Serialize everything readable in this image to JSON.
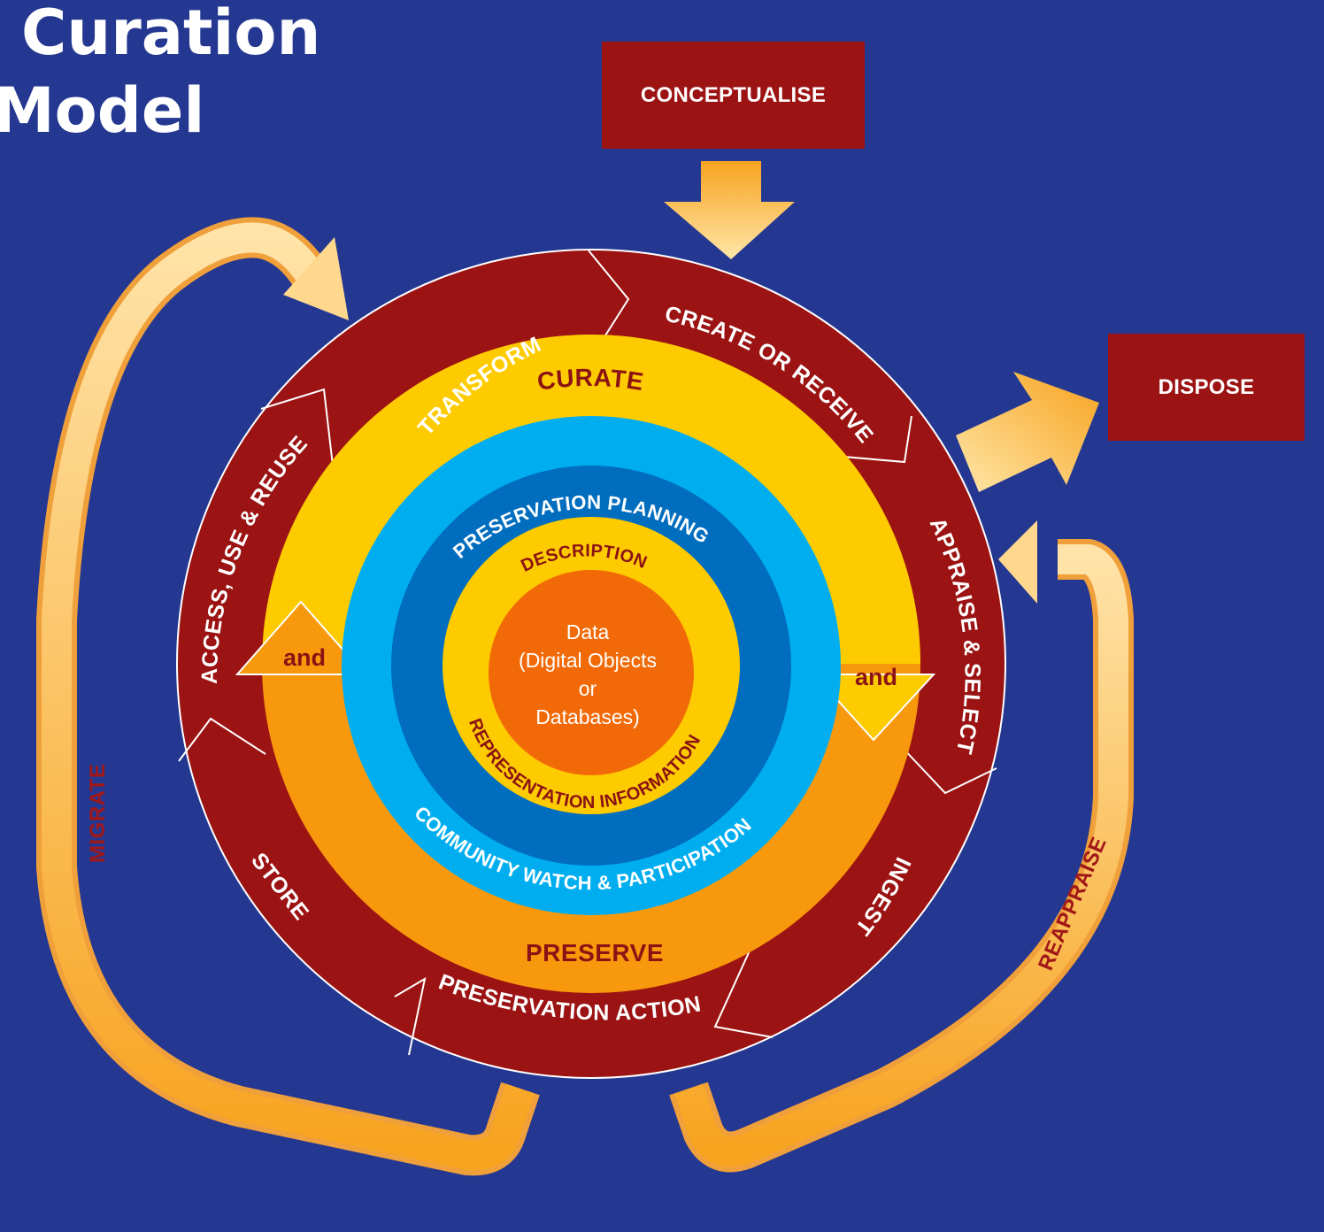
{
  "title": {
    "line1": "Curation",
    "line2": "Model"
  },
  "outer_boxes": {
    "conceptualise": "CONCEPTUALISE",
    "dispose": "DISPOSE"
  },
  "lifecycle_actions": {
    "transform": "TRANSFORM",
    "create_or_receive": "CREATE OR RECEIVE",
    "appraise_select": "APPRAISE & SELECT",
    "ingest": "INGEST",
    "preservation_action": "PRESERVATION ACTION",
    "store": "STORE",
    "access_use_reuse": "ACCESS, USE & REUSE"
  },
  "inner_rings": {
    "curate": "CURATE",
    "preserve": "PRESERVE",
    "and_left": "and",
    "and_right": "and",
    "preservation_planning": "PRESERVATION PLANNING",
    "community_watch": "COMMUNITY WATCH & PARTICIPATION",
    "description": "DESCRIPTION",
    "representation_information": "REPRESENTATION INFORMATION"
  },
  "core": {
    "line1": "Data",
    "line2": "(Digital Objects",
    "line3": "or",
    "line4": "Databases)"
  },
  "loops": {
    "migrate": "MIGRATE",
    "reappraise": "REAPPRAISE"
  },
  "colors": {
    "background": "#253891",
    "dark_red": "#9c1313",
    "yellow": "#fecb00",
    "orange": "#f8990d",
    "light_blue": "#00aeef",
    "mid_blue": "#006dbf",
    "core_orange": "#f26a07",
    "arrow_light": "#ffe3a8",
    "arrow_dark": "#f7a31f"
  }
}
